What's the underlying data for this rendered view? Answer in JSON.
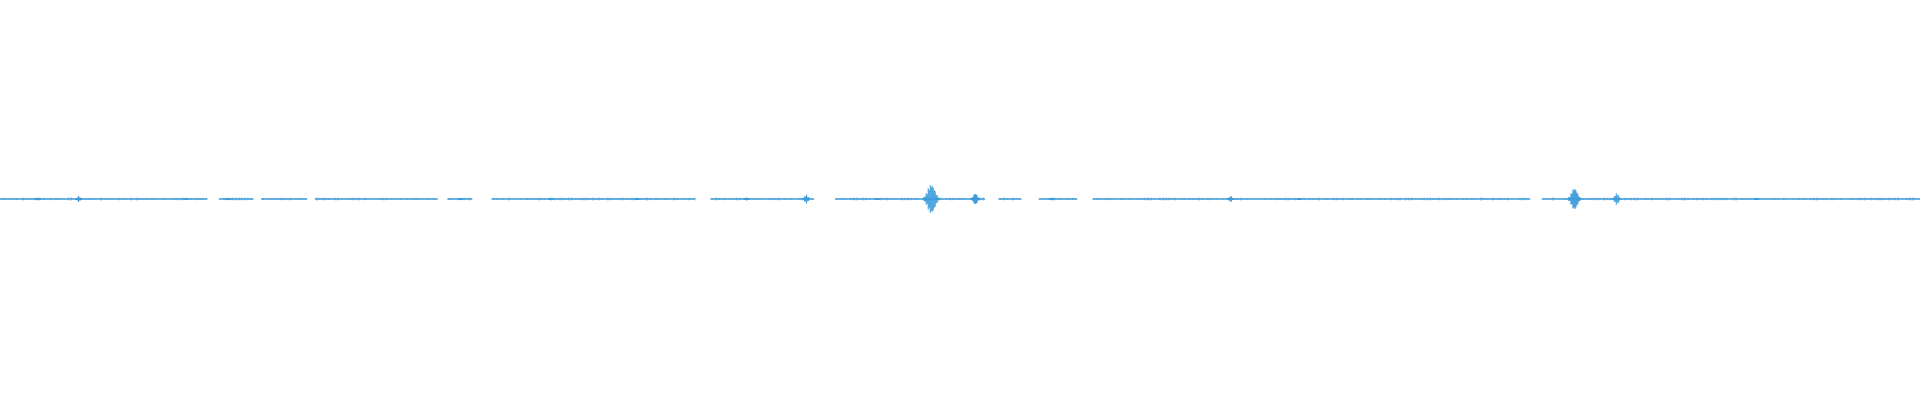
{
  "waveform": {
    "color": "#3b9ad9",
    "background": "#ffffff",
    "bursts": [
      {
        "t": 0.02,
        "amp": 0.1
      },
      {
        "t": 0.041,
        "amp": 0.2
      },
      {
        "t": 0.097,
        "amp": 0.08
      },
      {
        "t": 0.119,
        "amp": 0.1
      },
      {
        "t": 0.24,
        "amp": 0.08
      },
      {
        "t": 0.287,
        "amp": 0.07
      },
      {
        "t": 0.332,
        "amp": 0.08
      },
      {
        "t": 0.389,
        "amp": 0.12
      },
      {
        "t": 0.42,
        "amp": 0.3
      },
      {
        "t": 0.457,
        "amp": 0.05
      },
      {
        "t": 0.485,
        "amp": 1.0
      },
      {
        "t": 0.508,
        "amp": 0.4
      },
      {
        "t": 0.548,
        "amp": 0.08
      },
      {
        "t": 0.641,
        "amp": 0.22
      },
      {
        "t": 0.677,
        "amp": 0.08
      },
      {
        "t": 0.82,
        "amp": 0.75
      },
      {
        "t": 0.842,
        "amp": 0.4
      },
      {
        "t": 0.915,
        "amp": 0.05
      }
    ],
    "gaps": [
      [
        0.108,
        0.114
      ],
      [
        0.132,
        0.136
      ],
      [
        0.16,
        0.164
      ],
      [
        0.228,
        0.233
      ],
      [
        0.246,
        0.256
      ],
      [
        0.362,
        0.37
      ],
      [
        0.424,
        0.435
      ],
      [
        0.513,
        0.52
      ],
      [
        0.532,
        0.541
      ],
      [
        0.561,
        0.569
      ],
      [
        0.797,
        0.803
      ]
    ]
  }
}
